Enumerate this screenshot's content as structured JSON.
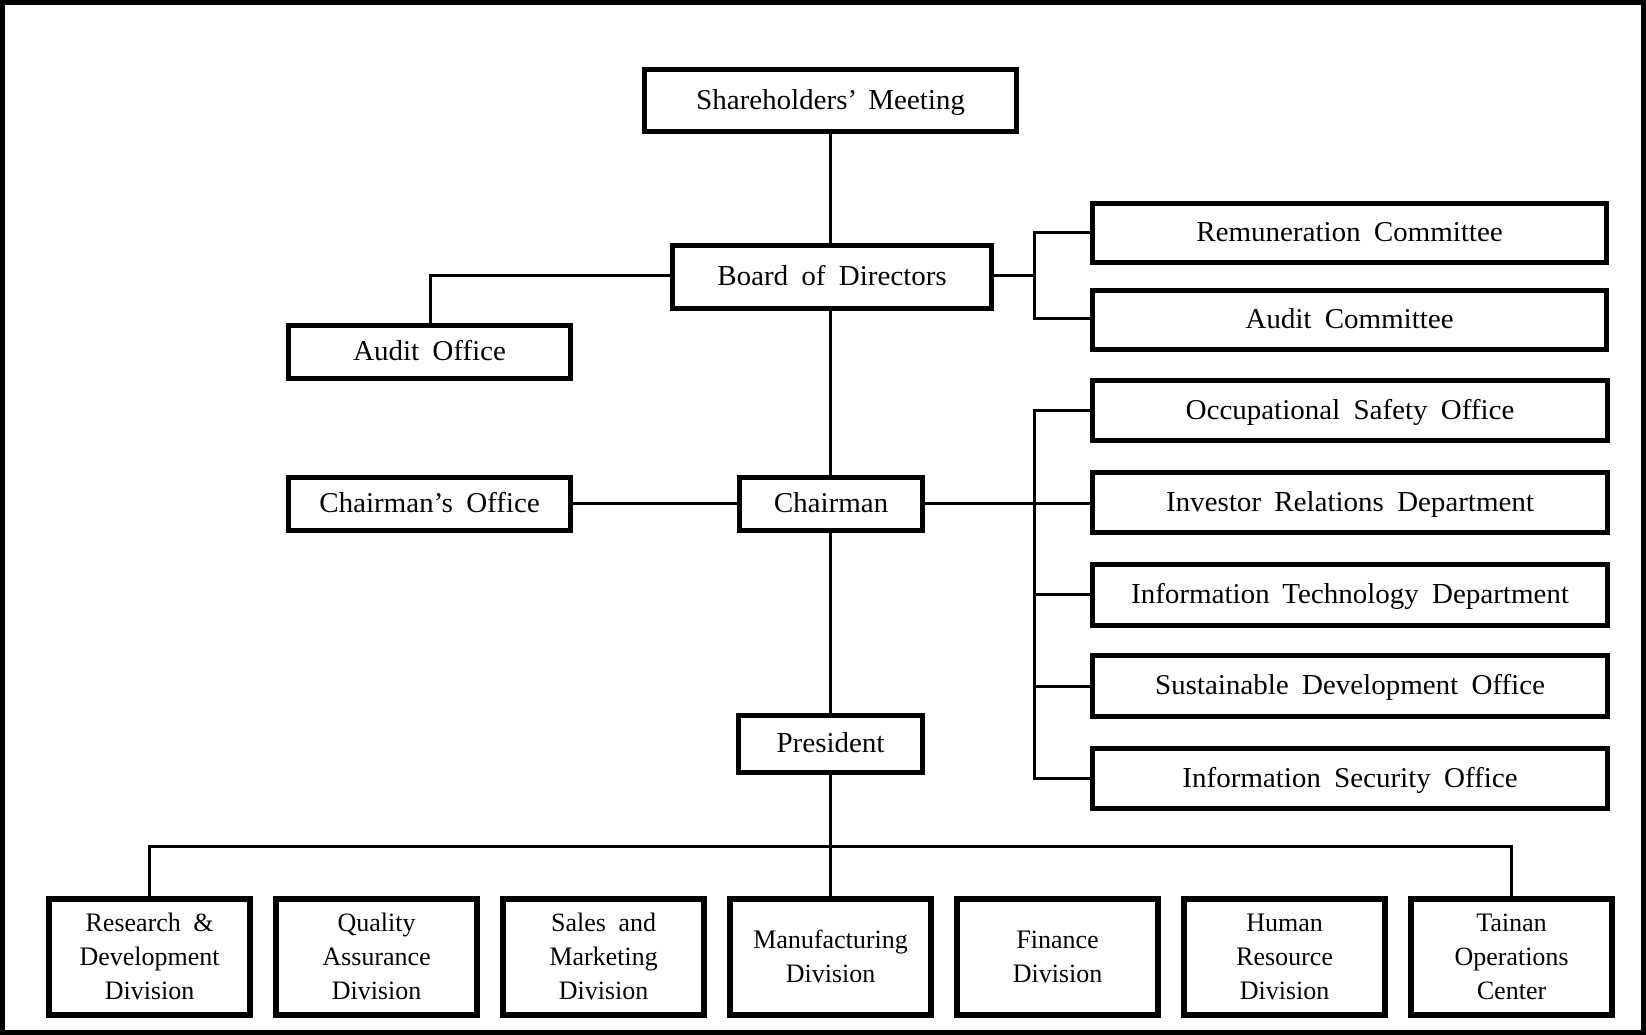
{
  "diagram": {
    "type": "org-chart",
    "colors": {
      "background": "#ffffff",
      "box_fill": "#ffffff",
      "box_border": "#000000",
      "line": "#000000",
      "text": "#000000"
    },
    "nodes": {
      "shareholders_meeting": {
        "label": "Shareholders’ Meeting"
      },
      "board_of_directors": {
        "label": "Board of Directors"
      },
      "remuneration_committee": {
        "label": "Remuneration Committee"
      },
      "audit_committee": {
        "label": "Audit Committee"
      },
      "audit_office": {
        "label": "Audit Office"
      },
      "chairmans_office": {
        "label": "Chairman’s Office"
      },
      "chairman": {
        "label": "Chairman"
      },
      "occupational_safety_office": {
        "label": "Occupational Safety Office"
      },
      "investor_relations_department": {
        "label": "Investor Relations Department"
      },
      "information_technology_department": {
        "label": "Information Technology Department"
      },
      "sustainable_development_office": {
        "label": "Sustainable Development Office"
      },
      "information_security_office": {
        "label": "Information Security Office"
      },
      "president": {
        "label": "President"
      },
      "research_development_division": {
        "label": "Research &\nDevelopment\nDivision"
      },
      "quality_assurance_division": {
        "label": "Quality\nAssurance\nDivision"
      },
      "sales_marketing_division": {
        "label": "Sales and\nMarketing\nDivision"
      },
      "manufacturing_division": {
        "label": "Manufacturing\nDivision"
      },
      "finance_division": {
        "label": "Finance\nDivision"
      },
      "human_resource_division": {
        "label": "Human\nResource\nDivision"
      },
      "tainan_operations_center": {
        "label": "Tainan\nOperations\nCenter"
      }
    },
    "edges": [
      {
        "from": "shareholders_meeting",
        "to": "board_of_directors"
      },
      {
        "from": "board_of_directors",
        "to": "remuneration_committee"
      },
      {
        "from": "board_of_directors",
        "to": "audit_committee"
      },
      {
        "from": "board_of_directors",
        "to": "audit_office"
      },
      {
        "from": "board_of_directors",
        "to": "chairman"
      },
      {
        "from": "chairman",
        "to": "chairmans_office"
      },
      {
        "from": "chairman",
        "to": "occupational_safety_office"
      },
      {
        "from": "chairman",
        "to": "investor_relations_department"
      },
      {
        "from": "chairman",
        "to": "information_technology_department"
      },
      {
        "from": "chairman",
        "to": "sustainable_development_office"
      },
      {
        "from": "chairman",
        "to": "information_security_office"
      },
      {
        "from": "chairman",
        "to": "president"
      },
      {
        "from": "president",
        "to": "research_development_division"
      },
      {
        "from": "president",
        "to": "quality_assurance_division"
      },
      {
        "from": "president",
        "to": "sales_marketing_division"
      },
      {
        "from": "president",
        "to": "manufacturing_division"
      },
      {
        "from": "president",
        "to": "finance_division"
      },
      {
        "from": "president",
        "to": "human_resource_division"
      },
      {
        "from": "president",
        "to": "tainan_operations_center"
      }
    ]
  }
}
